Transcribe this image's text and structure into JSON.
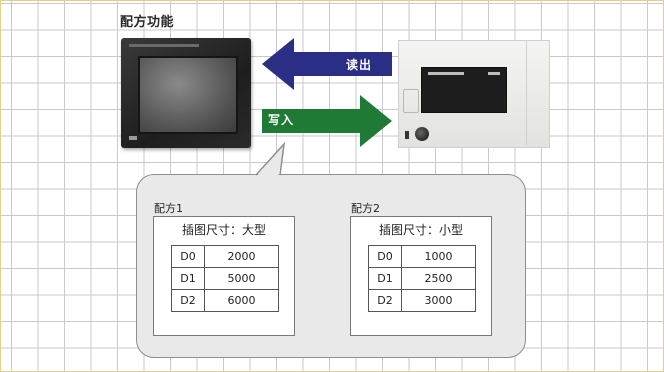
{
  "title": "配方功能",
  "arrows": {
    "read": {
      "label": "读出",
      "color": "#2a2e84"
    },
    "write": {
      "label": "写入",
      "color": "#1f7a36"
    }
  },
  "devices": {
    "hmi": "HMI touch panel",
    "plc": "PLC unit"
  },
  "recipes": [
    {
      "label": "配方1",
      "header": "插图尺寸：大型",
      "rows": [
        {
          "register": "D0",
          "value": "2000"
        },
        {
          "register": "D1",
          "value": "5000"
        },
        {
          "register": "D2",
          "value": "6000"
        }
      ]
    },
    {
      "label": "配方2",
      "header": "插图尺寸：小型",
      "rows": [
        {
          "register": "D0",
          "value": "1000"
        },
        {
          "register": "D1",
          "value": "2500"
        },
        {
          "register": "D2",
          "value": "3000"
        }
      ]
    }
  ]
}
